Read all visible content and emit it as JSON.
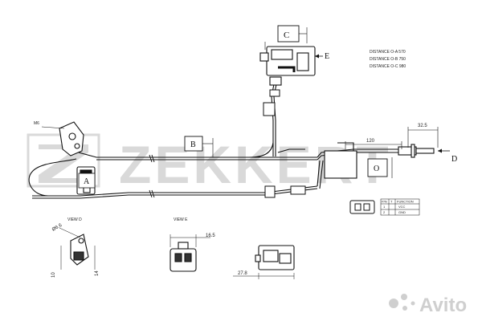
{
  "watermark": {
    "brand": "ZEKKERT",
    "avito": "Avito",
    "colors": {
      "watermark": "#d9d9d9",
      "avito": "#cfcfcf"
    }
  },
  "drawing": {
    "colors": {
      "line": "#111111"
    },
    "callouts": {
      "a": "A",
      "b": "B",
      "c": "C",
      "d": "D",
      "e": "E",
      "o": "O"
    },
    "distances": [
      "DISTANCE O-A 570",
      "DISTANCE O-B 750",
      "DISTANCE O-C 980"
    ],
    "thread_label": "M6",
    "dims": {
      "d32_5": "32.5",
      "d120": "120",
      "d16_5": "16.5",
      "d27_8": "27.8",
      "d10": "10",
      "d14": "14",
      "d6_6": "Ø6.6"
    },
    "views": {
      "d": "VIEW D",
      "e": "VIEW E"
    },
    "pin_table": {
      "headers": [
        "P/N",
        "T",
        "FUNCTION"
      ],
      "rows": [
        [
          "1",
          "",
          "VCC"
        ],
        [
          "2",
          "",
          "GND"
        ]
      ]
    }
  }
}
